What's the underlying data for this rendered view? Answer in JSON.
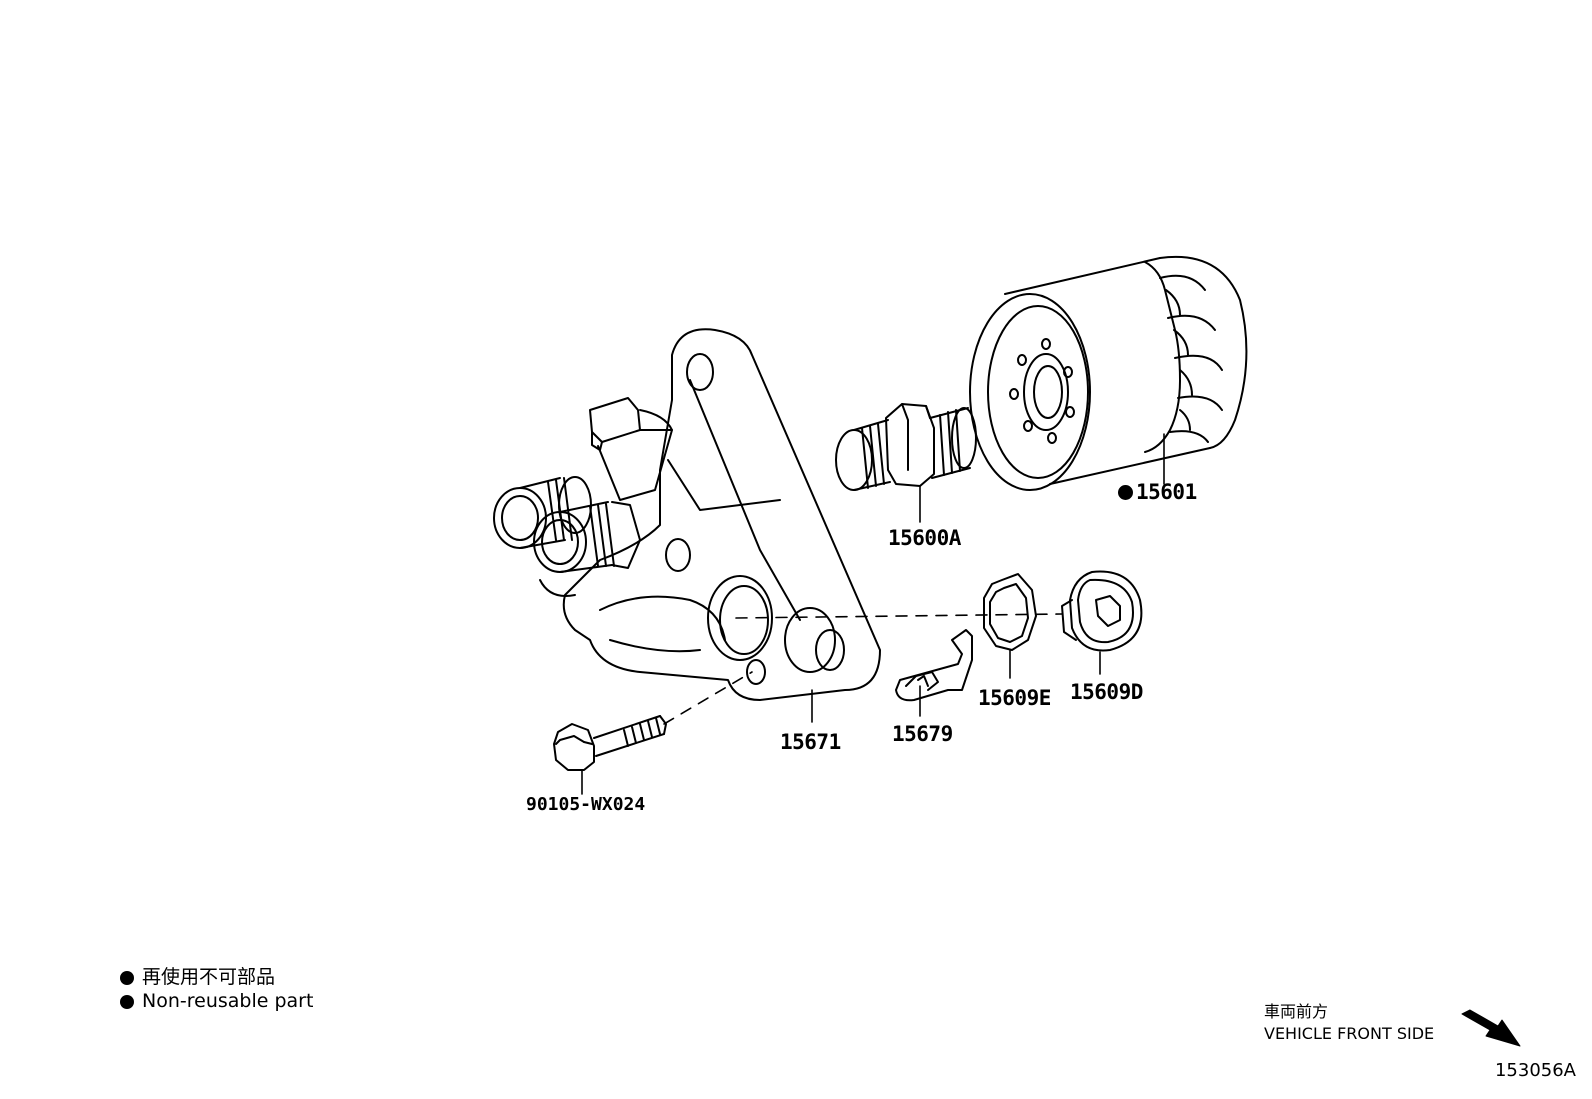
{
  "parts": {
    "oil_filter": "15601",
    "union": "15600A",
    "bracket": "15671",
    "clip": "15679",
    "gasket": "15609E",
    "plug": "15609D",
    "bolt": "90105-WX024"
  },
  "legend": {
    "japanese": "再使用不可部品",
    "english": "Non-reusable part"
  },
  "direction": {
    "japanese": "車両前方",
    "english": "VEHICLE FRONT SIDE"
  },
  "diagram_ref": "153056A"
}
